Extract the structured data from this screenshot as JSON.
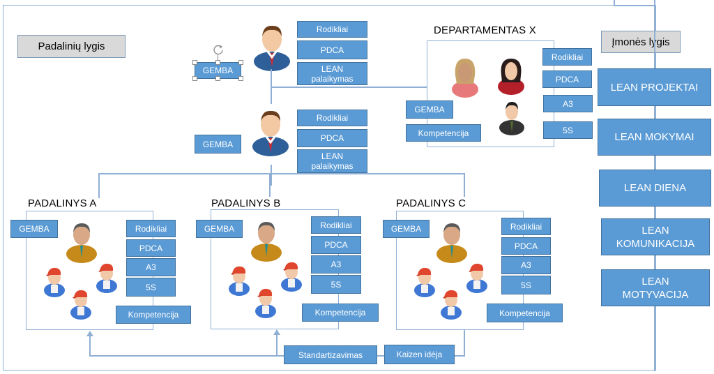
{
  "levels": {
    "division_level": "Padalinių lygis",
    "company_level": "Įmonės lygis"
  },
  "top_manager": {
    "gemba": "GEMBA",
    "items": [
      "Rodikliai",
      "PDCA",
      "LEAN palaikymas"
    ]
  },
  "middle_manager": {
    "gemba": "GEMBA",
    "items": [
      "Rodikliai",
      "PDCA",
      "LEAN palaikymas"
    ]
  },
  "department": {
    "title": "DEPARTAMENTAS X",
    "gemba": "GEMBA",
    "competence": "Kompetencija",
    "items": [
      "Rodikliai",
      "PDCA",
      "A3",
      "5S"
    ]
  },
  "divisions": [
    {
      "title": "PADALINYS A",
      "gemba": "GEMBA",
      "items": [
        "Rodikliai",
        "PDCA",
        "A3",
        "5S"
      ],
      "competence": "Kompetencija"
    },
    {
      "title": "PADALINYS B",
      "gemba": "GEMBA",
      "items": [
        "Rodikliai",
        "PDCA",
        "A3",
        "5S"
      ],
      "competence": "Kompetencija"
    },
    {
      "title": "PADALINYS C",
      "gemba": "GEMBA",
      "items": [
        "Rodikliai",
        "PDCA",
        "A3",
        "5S"
      ],
      "competence": "Kompetencija"
    }
  ],
  "feedback": {
    "standardization": "Standartizavimas",
    "kaizen": "Kaizen idėja"
  },
  "company_items": [
    "LEAN PROJEKTAI",
    "LEAN MOKYMAI",
    "LEAN DIENA",
    "LEAN KOMUNIKACIJA",
    "LEAN MOTYVACIJA"
  ],
  "colors": {
    "box_fill": "#5b9bd5",
    "box_border": "#41719c",
    "label_fill": "#d9d9d9",
    "connector": "#8fb0d4"
  }
}
